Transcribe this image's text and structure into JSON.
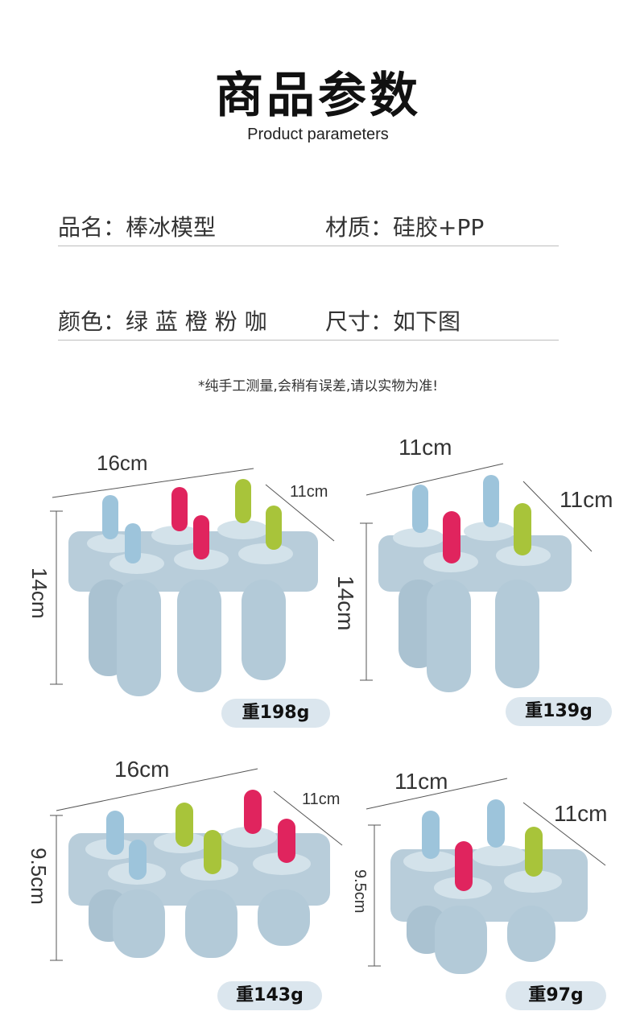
{
  "header": {
    "title": "商品参数",
    "subtitle": "Product parameters"
  },
  "params": {
    "row1": {
      "left": "品名：棒冰模型",
      "right": "材质：硅胶+PP"
    },
    "row2": {
      "left": "颜色：绿 蓝 橙 粉 咖",
      "right": "尺寸：如下图"
    }
  },
  "note": "*纯手工测量,会稍有误差,请以实物为准!",
  "products": [
    {
      "width": "16cm",
      "depth": "11cm",
      "height": "14cm",
      "weight": "重198g"
    },
    {
      "width": "11cm",
      "depth": "11cm",
      "height": "14cm",
      "weight": "重139g"
    },
    {
      "width": "16cm",
      "depth": "11cm",
      "height": "9.5cm",
      "weight": "重143g"
    },
    {
      "width": "11cm",
      "depth": "11cm",
      "height": "9.5cm",
      "weight": "重97g"
    }
  ],
  "colors": {
    "mold": "#b8cdda",
    "blue_stick": "#9dc4db",
    "pink_stick": "#e0245e",
    "green_stick": "#a8c43a"
  }
}
